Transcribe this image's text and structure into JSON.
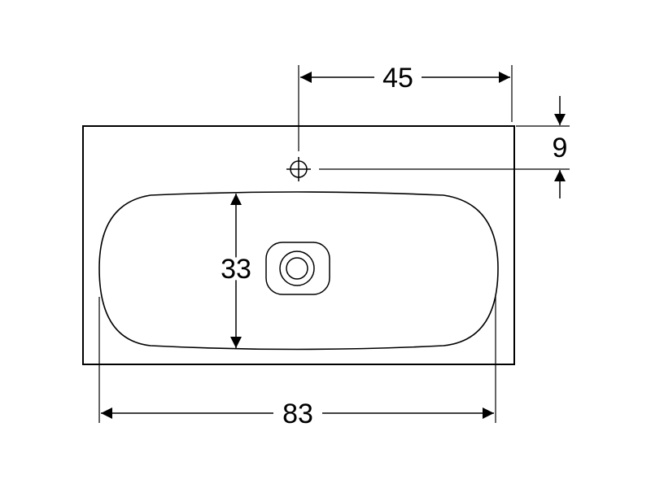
{
  "diagram": {
    "dimensions": {
      "tap_offset": "45",
      "tap_hole_depth": "9",
      "bowl_depth": "33",
      "overall_width": "83"
    },
    "colors": {
      "stroke": "#000000",
      "background": "#ffffff"
    }
  }
}
